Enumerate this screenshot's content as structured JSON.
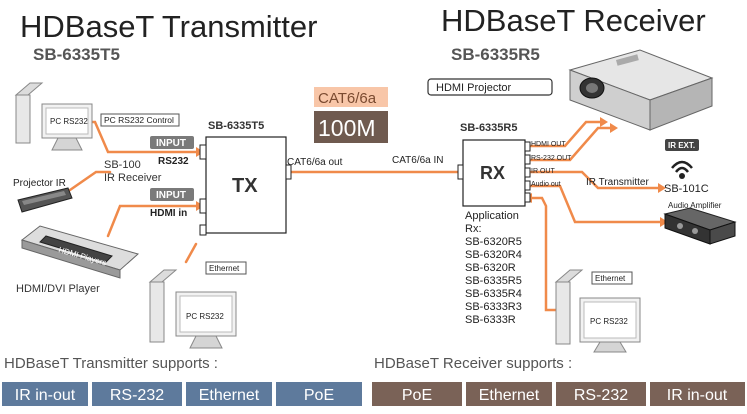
{
  "transmitter": {
    "title": "HDBaseT Transmitter",
    "model": "SB-6335T5",
    "box_label": "SB-6335T5",
    "box_text": "TX",
    "inputs": {
      "pc_rs232_control": "PC RS232 Control",
      "input_tag_1": "INPUT",
      "rs232": "RS232",
      "ir_receiver_model": "SB-100",
      "ir_receiver": "IR Receiver",
      "projector_ir": "Projector IR",
      "input_tag_2": "INPUT",
      "hdmi_in": "HDMI in",
      "hdmi_players": "HDMI Players",
      "hdmi_dvi_player": "HDMI/DVI Player",
      "pc_rs232_top": "PC RS232",
      "pc_rs232_bottom": "PC RS232",
      "ethernet": "Ethernet"
    },
    "cat_out": "CAT6/6a out"
  },
  "link": {
    "cable": "CAT6/6a",
    "speed": "100M",
    "cat_in": "CAT6/6a IN"
  },
  "receiver": {
    "title": "HDBaseT Receiver",
    "model": "SB-6335R5",
    "box_label": "SB-6335R5",
    "box_text": "RX",
    "outputs": {
      "hdmi_projector": "HDMI Projector",
      "hdmi_out": "HDMI OUT",
      "rs232_out": "RS-232 OUT",
      "ir_out": "IR OUT",
      "audio_out": "Audio out",
      "ir_ext": "IR EXT.",
      "ir_transmitter": "IR Transmitter",
      "ir_transmitter_model": "SB-101C",
      "audio_amplifier": "Audio Amplifier",
      "ethernet": "Ethernet",
      "pc_rs232": "PC RS232"
    },
    "application": [
      "Application",
      "Rx:",
      "SB-6320R5",
      "SB-6320R4",
      "SB-6320R",
      "SB-6335R5",
      "SB-6335R4",
      "SB-6333R3",
      "SB-6333R"
    ]
  },
  "supports": {
    "tx_heading": "HDBaseT Transmitter supports :",
    "tx_items": [
      "IR in-out",
      "RS-232",
      "Ethernet",
      "PoE"
    ],
    "rx_heading": "HDBaseT Receiver supports :",
    "rx_items": [
      "PoE",
      "Ethernet",
      "RS-232",
      "IR in-out"
    ]
  },
  "colors": {
    "tx_badge": "#5e7a9c",
    "rx_badge": "#7a6257",
    "cable_orange": "#f08a4a",
    "speed_badge": "#6f5a4f",
    "cable_badge": "#f8c6a8",
    "input_tag": "#7a7a7a"
  }
}
